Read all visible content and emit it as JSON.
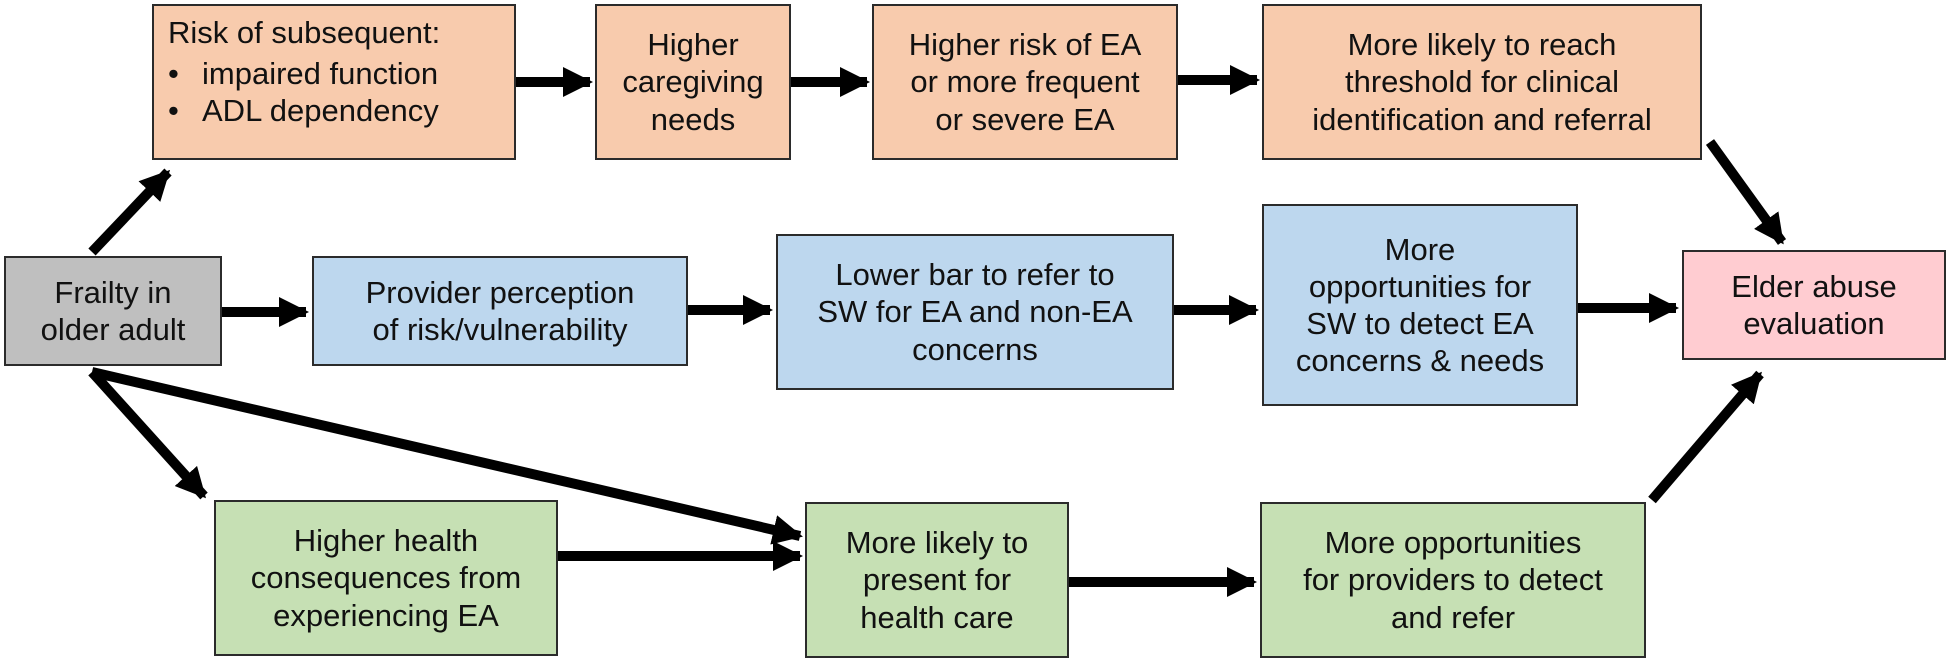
{
  "boxes": {
    "frailty": {
      "lines": [
        "Frailty in",
        "older adult"
      ]
    },
    "risk_subsequent": {
      "heading": "Risk of subsequent:",
      "items": [
        "impaired function",
        "ADL dependency"
      ]
    },
    "caregiving": {
      "lines": [
        "Higher",
        "caregiving",
        "needs"
      ]
    },
    "higher_risk_ea": {
      "lines": [
        "Higher risk of EA",
        "or more frequent",
        "or severe EA"
      ]
    },
    "threshold": {
      "lines": [
        "More likely to reach",
        "threshold for clinical",
        "identification and referral"
      ]
    },
    "provider_perception": {
      "lines": [
        "Provider perception",
        "of risk/vulnerability"
      ]
    },
    "lower_bar": {
      "lines": [
        "Lower bar to refer to",
        "SW for EA and non-EA",
        "concerns"
      ]
    },
    "sw_opportunities": {
      "lines": [
        "More",
        "opportunities for",
        "SW to detect EA",
        "concerns & needs"
      ]
    },
    "elder_abuse": {
      "lines": [
        "Elder abuse",
        "evaluation"
      ]
    },
    "health_consequences": {
      "lines": [
        "Higher health",
        "consequences from",
        "experiencing EA"
      ]
    },
    "present_health": {
      "lines": [
        "More likely to",
        "present for",
        "health care"
      ]
    },
    "provider_opportunities": {
      "lines": [
        "More opportunities",
        "for providers to detect",
        "and refer"
      ]
    }
  },
  "colors": {
    "orange": "#f8cbad",
    "blue": "#bdd7ee",
    "green": "#c6e0b4",
    "gray": "#bfbfbf",
    "pink": "#ffccd1",
    "arrow": "#000000"
  }
}
